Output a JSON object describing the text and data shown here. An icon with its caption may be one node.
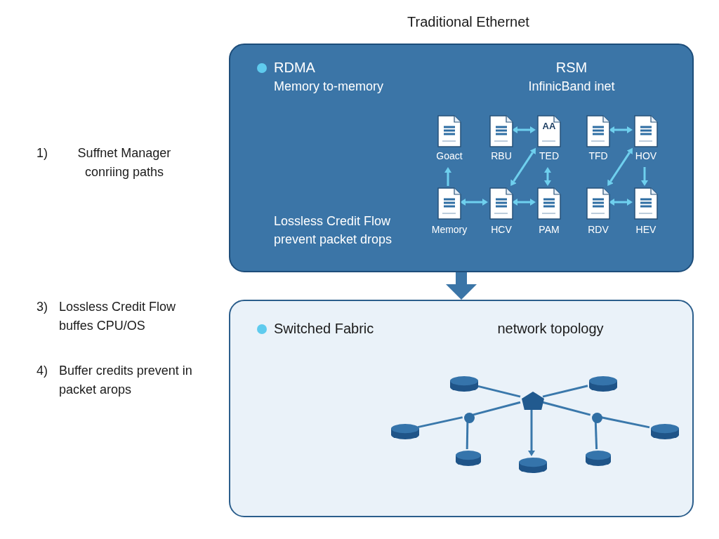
{
  "diagram": {
    "title": "Traditional Ethernet",
    "nodes": [
      {
        "text": [
          "RDMA",
          "Memory to-memory",
          "RSM",
          "InfinicBand inet",
          "Lossless Credit Flow prevent packet drops"
        ]
      },
      {
        "text": [
          "Goact"
        ],
        "in": 0
      },
      {
        "text": [
          "RBU"
        ],
        "in": 0
      },
      {
        "text": [
          "AA",
          "TED"
        ],
        "in": 0
      },
      {
        "text": [
          "TFD"
        ],
        "in": 0
      },
      {
        "text": [
          "HOV"
        ],
        "in": 0
      },
      {
        "text": [
          "Memory"
        ],
        "in": 0
      },
      {
        "text": [
          "HCV"
        ],
        "in": 0
      },
      {
        "text": [
          "PAM"
        ],
        "in": 0
      },
      {
        "text": [
          "RDV"
        ],
        "in": 0
      },
      {
        "text": [
          "HEV"
        ],
        "in": 0
      },
      {
        "text": [
          "Switched Fabric",
          "network topology"
        ]
      },
      {
        "text": [],
        "shape": "cylinder",
        "in": 11
      },
      {
        "text": [],
        "shape": "cylinder",
        "in": 11
      },
      {
        "text": [],
        "shape": "pentagon",
        "in": 11
      },
      {
        "text": [],
        "shape": "circle",
        "in": 11
      },
      {
        "text": [],
        "shape": "circle",
        "in": 11
      },
      {
        "text": [],
        "shape": "cylinder",
        "in": 11
      },
      {
        "text": [],
        "shape": "cylinder",
        "in": 11
      },
      {
        "text": [],
        "shape": "cylinder",
        "in": 11
      },
      {
        "text": [],
        "shape": "cylinder",
        "in": 11
      },
      {
        "text": [],
        "shape": "cylinder",
        "in": 11
      }
    ],
    "edges": [
      {
        "from": 6,
        "to": 1,
        "arrow": "to"
      },
      {
        "from": 2,
        "to": 3,
        "arrow": "both"
      },
      {
        "from": 3,
        "to": 7,
        "arrow": "both"
      },
      {
        "from": 3,
        "to": 8,
        "arrow": "both"
      },
      {
        "from": 6,
        "to": 7,
        "arrow": "both"
      },
      {
        "from": 7,
        "to": 8,
        "arrow": "both"
      },
      {
        "from": 4,
        "to": 5,
        "arrow": "both"
      },
      {
        "from": 5,
        "to": 9,
        "arrow": "both"
      },
      {
        "from": 5,
        "to": 10,
        "arrow": "to"
      },
      {
        "from": 9,
        "to": 10,
        "arrow": "both"
      },
      {
        "from": 0,
        "to": 11,
        "arrow": "to",
        "style": "thick",
        "color": "#3b75a7"
      },
      {
        "from": 14,
        "to": 12,
        "arrow": "none",
        "color": "#3a78ab"
      },
      {
        "from": 14,
        "to": 13,
        "arrow": "none",
        "color": "#3a78ab"
      },
      {
        "from": 14,
        "to": 15,
        "arrow": "none",
        "color": "#3a78ab"
      },
      {
        "from": 15,
        "to": 17,
        "arrow": "none",
        "color": "#3a78ab"
      },
      {
        "from": 15,
        "to": 19,
        "arrow": "none",
        "color": "#3a78ab"
      },
      {
        "from": 14,
        "to": 16,
        "arrow": "none",
        "color": "#3a78ab"
      },
      {
        "from": 16,
        "to": 18,
        "arrow": "none",
        "color": "#3a78ab"
      },
      {
        "from": 16,
        "to": 21,
        "arrow": "none",
        "color": "#3a78ab"
      },
      {
        "from": 14,
        "to": 20,
        "arrow": "to",
        "color": "#3a78ab"
      }
    ],
    "labels": [
      "1)",
      "Suffnet Manager conriing paths",
      "3)",
      "Lossless Credit Flow buffes CPU/OS",
      "4)",
      "Buffer credits prevent in packet arops"
    ]
  }
}
